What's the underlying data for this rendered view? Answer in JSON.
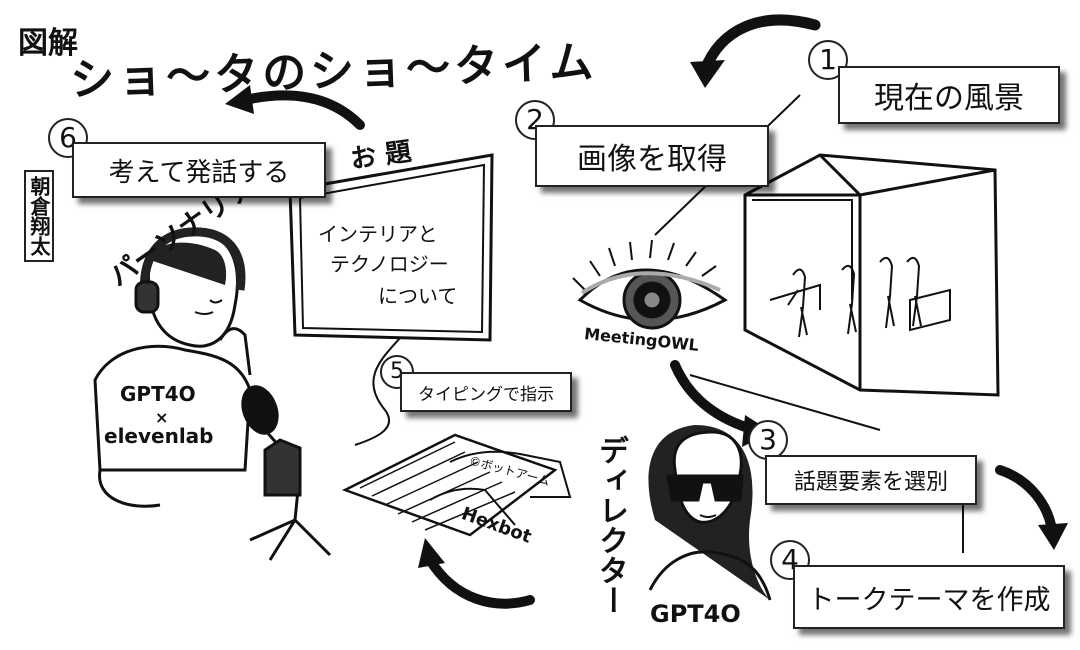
{
  "header": {
    "tag": "図解",
    "title": "ショ〜タのショ〜タイム"
  },
  "person": {
    "name_vertical": "朝倉翔太",
    "role_vertical": "パーソナリティ",
    "shirt_line1": "GPT4O",
    "shirt_line2": "×",
    "shirt_line3": "elevenlab"
  },
  "topic": {
    "heading": "お 題",
    "line1": "インテリアと",
    "line2": "テクノロジー",
    "line3": "について"
  },
  "devices": {
    "eye_label": "MeetingOWL",
    "arm_label": "©ボットアーム",
    "robot_label": "Hexbot"
  },
  "director": {
    "role_vertical": "ディレクター",
    "model": "GPT4O"
  },
  "steps": [
    {
      "num": "1",
      "label": "現在の風景"
    },
    {
      "num": "2",
      "label": "画像を取得"
    },
    {
      "num": "3",
      "label": "話題要素を選別"
    },
    {
      "num": "4",
      "label": "トークテーマを作成"
    },
    {
      "num": "5",
      "label": "タイピングで指示"
    },
    {
      "num": "6",
      "label": "考えて発話する"
    }
  ]
}
